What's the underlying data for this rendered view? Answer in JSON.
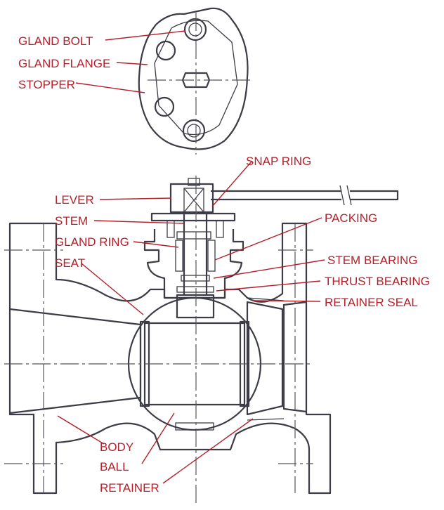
{
  "colors": {
    "label": "#b4202a",
    "outline": "#3c3c46",
    "centerline": "#55555f"
  },
  "labels": {
    "gland_bolt": "GLAND BOLT",
    "gland_flange": "GLAND FLANGE",
    "stopper": "STOPPER",
    "snap_ring": "SNAP RING",
    "lever": "LEVER",
    "stem": "STEM",
    "gland_ring": "GLAND RING",
    "seat": "SEAT",
    "packing": "PACKING",
    "stem_bearing": "STEM BEARING",
    "thrust_bearing": "THRUST BEARING",
    "retainer_seal": "RETAINER SEAL",
    "body": "BODY",
    "ball": "BALL",
    "retainer": "RETAINER"
  }
}
